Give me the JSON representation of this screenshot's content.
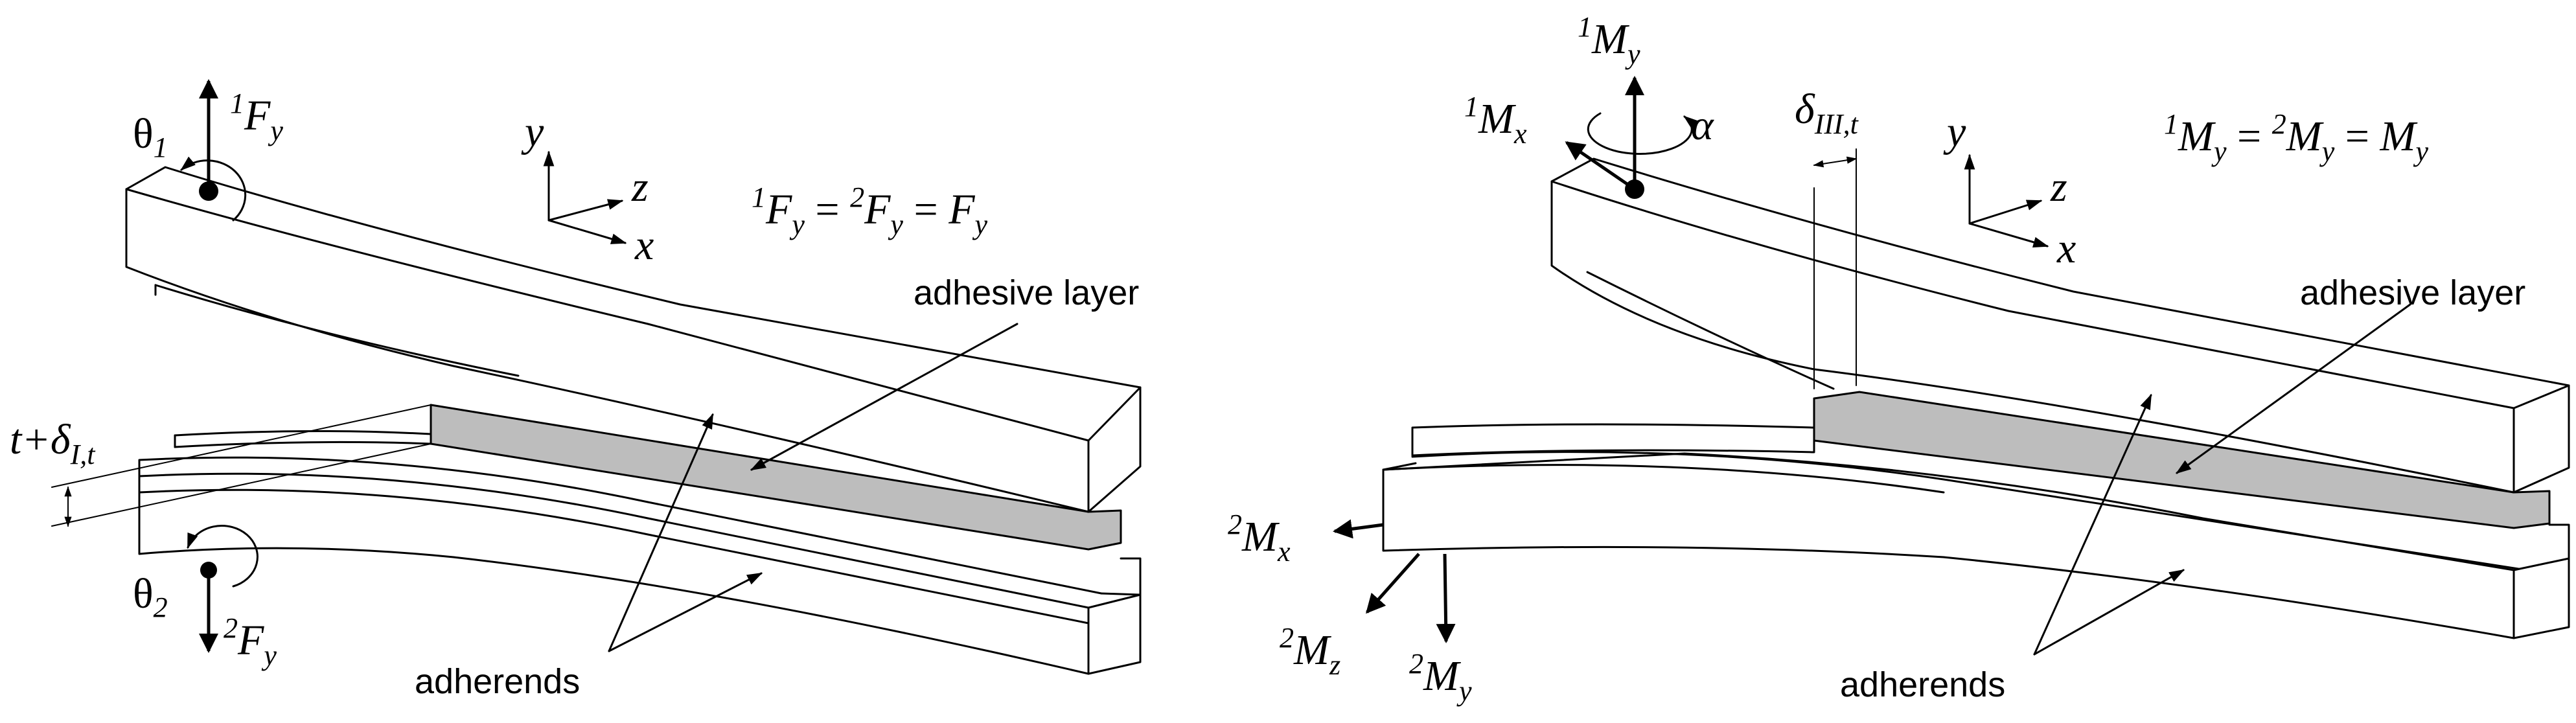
{
  "left": {
    "theta1": "θ",
    "theta1_sub": "1",
    "theta2": "θ",
    "theta2_sub": "2",
    "force_top_sup": "1",
    "force_top": "F",
    "force_top_sub": "y",
    "force_bottom_sup": "2",
    "force_bottom": "F",
    "force_bottom_sub": "y",
    "axis_y": "y",
    "axis_z": "z",
    "axis_x": "x",
    "equation": {
      "a_sup": "1",
      "a": "F",
      "a_sub": "y",
      "eq1": " = ",
      "b_sup": "2",
      "b": "F",
      "b_sub": "y",
      "eq2": " = ",
      "c": "F",
      "c_sub": "y"
    },
    "thickness_label": "t+δ",
    "thickness_sub": "I,t",
    "adhesive_label": "adhesive layer",
    "adherends_label": "adherends"
  },
  "right": {
    "my_top_sup": "1",
    "my_top": "M",
    "my_top_sub": "y",
    "mx_top_sup": "1",
    "mx_top": "M",
    "mx_top_sub": "x",
    "alpha": "α",
    "delta": "δ",
    "delta_sub": "III,t",
    "axis_y": "y",
    "axis_z": "z",
    "axis_x": "x",
    "equation": {
      "a_sup": "1",
      "a": "M",
      "a_sub": "y",
      "eq1": " = ",
      "b_sup": "2",
      "b": "M",
      "b_sub": "y",
      "eq2": " = ",
      "c": "M",
      "c_sub": "y"
    },
    "mx_bot_sup": "2",
    "mx_bot": "M",
    "mx_bot_sub": "x",
    "mz_bot_sup": "2",
    "mz_bot": "M",
    "mz_bot_sub": "z",
    "my_bot_sup": "2",
    "my_bot": "M",
    "my_bot_sub": "y",
    "adhesive_label": "adhesive layer",
    "adherends_label": "adherends"
  }
}
